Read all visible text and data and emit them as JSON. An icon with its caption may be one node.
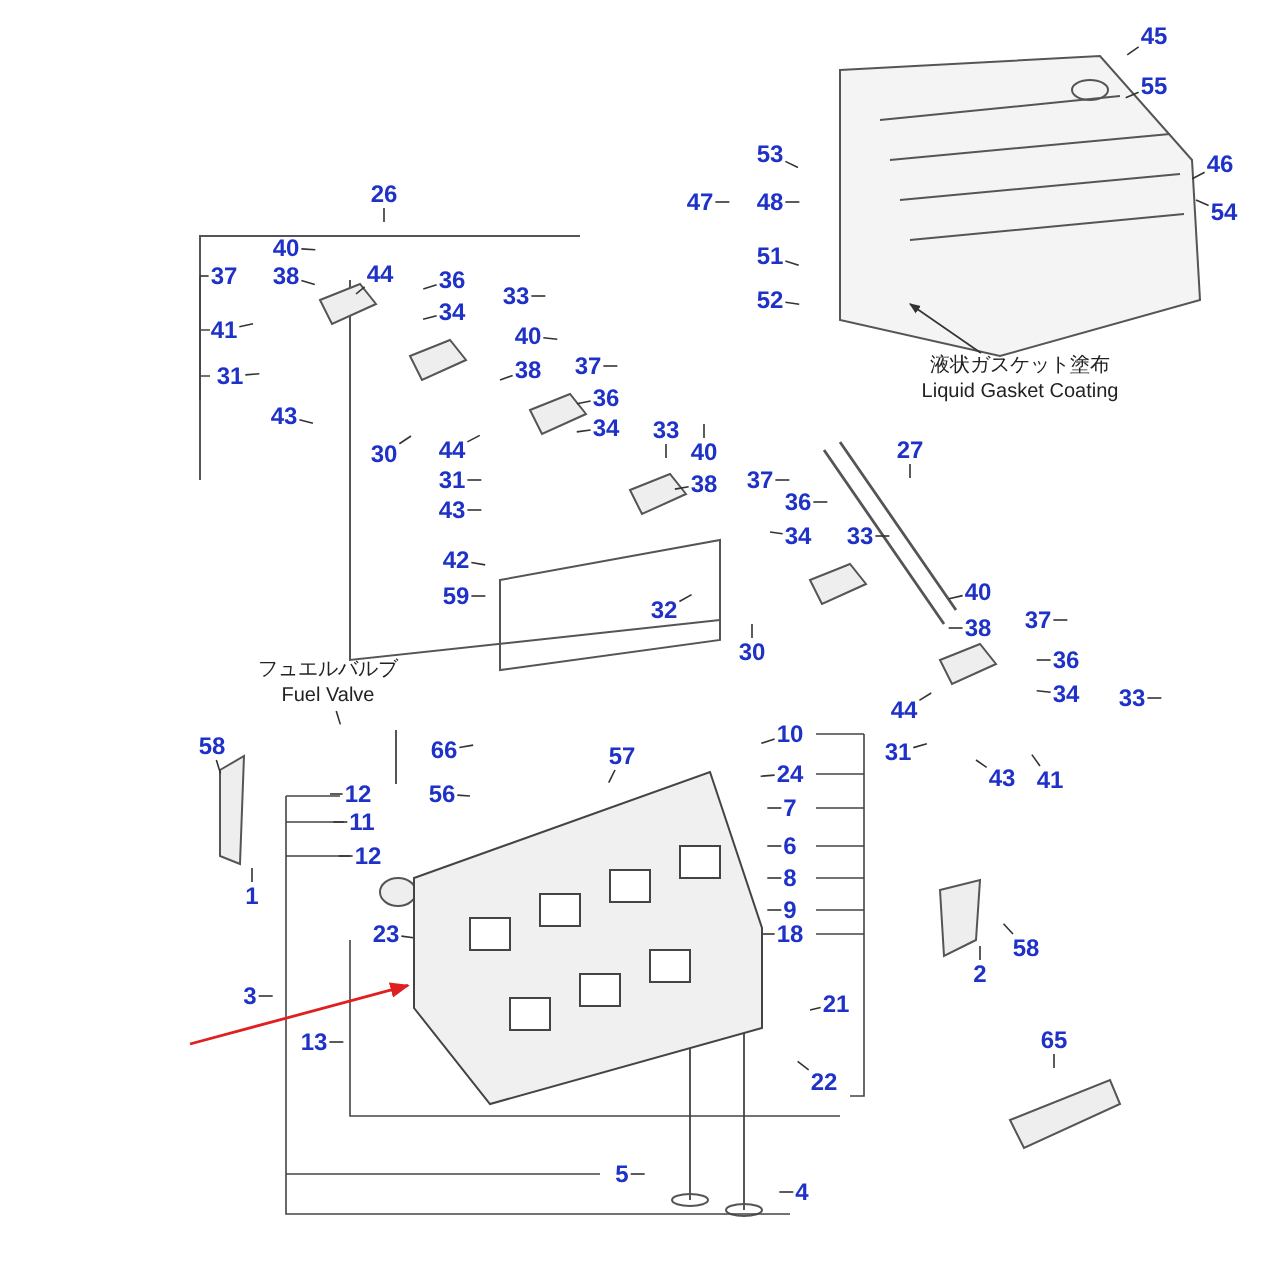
{
  "diagram": {
    "nodes": [
      {
        "text": [
          "26"
        ]
      },
      {
        "text": [
          "40"
        ]
      },
      {
        "text": [
          "38"
        ]
      },
      {
        "text": [
          "37"
        ]
      },
      {
        "text": [
          "44"
        ]
      },
      {
        "text": [
          "41"
        ]
      },
      {
        "text": [
          "31"
        ]
      },
      {
        "text": [
          "43"
        ]
      },
      {
        "text": [
          "30"
        ]
      },
      {
        "text": [
          "36"
        ]
      },
      {
        "text": [
          "34"
        ]
      },
      {
        "text": [
          "33"
        ]
      },
      {
        "text": [
          "40"
        ]
      },
      {
        "text": [
          "37"
        ]
      },
      {
        "text": [
          "38"
        ]
      },
      {
        "text": [
          "36"
        ]
      },
      {
        "text": [
          "34"
        ]
      },
      {
        "text": [
          "33"
        ]
      },
      {
        "text": [
          "44"
        ]
      },
      {
        "text": [
          "31"
        ]
      },
      {
        "text": [
          "43"
        ]
      },
      {
        "text": [
          "40"
        ]
      },
      {
        "text": [
          "38"
        ]
      },
      {
        "text": [
          "37"
        ]
      },
      {
        "text": [
          "42"
        ]
      },
      {
        "text": [
          "59"
        ]
      },
      {
        "text": [
          "32"
        ]
      },
      {
        "text": [
          "30"
        ]
      },
      {
        "text": [
          "36"
        ]
      },
      {
        "text": [
          "34"
        ]
      },
      {
        "text": [
          "33"
        ]
      },
      {
        "text": [
          "27"
        ]
      },
      {
        "text": [
          "45"
        ]
      },
      {
        "text": [
          "55"
        ]
      },
      {
        "text": [
          "46"
        ]
      },
      {
        "text": [
          "54"
        ]
      },
      {
        "text": [
          "53"
        ]
      },
      {
        "text": [
          "47"
        ]
      },
      {
        "text": [
          "48"
        ]
      },
      {
        "text": [
          "51"
        ]
      },
      {
        "text": [
          "52"
        ]
      },
      {
        "text": [
          "40"
        ]
      },
      {
        "text": [
          "38"
        ]
      },
      {
        "text": [
          "37"
        ]
      },
      {
        "text": [
          "36"
        ]
      },
      {
        "text": [
          "34"
        ]
      },
      {
        "text": [
          "33"
        ]
      },
      {
        "text": [
          "44"
        ]
      },
      {
        "text": [
          "31"
        ]
      },
      {
        "text": [
          "43"
        ]
      },
      {
        "text": [
          "41"
        ]
      },
      {
        "text": [
          "58"
        ]
      },
      {
        "text": [
          "1"
        ]
      },
      {
        "text": [
          "12"
        ]
      },
      {
        "text": [
          "11"
        ]
      },
      {
        "text": [
          "12"
        ]
      },
      {
        "text": [
          "56"
        ]
      },
      {
        "text": [
          "66"
        ]
      },
      {
        "text": [
          "57"
        ]
      },
      {
        "text": [
          "23"
        ]
      },
      {
        "text": [
          "3"
        ]
      },
      {
        "text": [
          "13"
        ]
      },
      {
        "text": [
          "10"
        ]
      },
      {
        "text": [
          "24"
        ]
      },
      {
        "text": [
          "7"
        ]
      },
      {
        "text": [
          "6"
        ]
      },
      {
        "text": [
          "8"
        ]
      },
      {
        "text": [
          "9"
        ]
      },
      {
        "text": [
          "18"
        ]
      },
      {
        "text": [
          "2"
        ]
      },
      {
        "text": [
          "58"
        ]
      },
      {
        "text": [
          "21"
        ]
      },
      {
        "text": [
          "22"
        ]
      },
      {
        "text": [
          "65"
        ]
      },
      {
        "text": [
          "5"
        ]
      },
      {
        "text": [
          "4"
        ]
      },
      {
        "text": [
          "フュエルバルブ",
          "Fuel Valve"
        ]
      },
      {
        "text": [
          "液状ガスケット塗布",
          "Liquid Gasket Coating"
        ]
      },
      {
        "text": [],
        "shape": "picture"
      }
    ],
    "edges": [
      {
        "from": 0,
        "to": null,
        "arrow": "none"
      },
      {
        "from": 1,
        "to": null,
        "arrow": "none"
      },
      {
        "from": 2,
        "to": null,
        "arrow": "none"
      },
      {
        "from": 3,
        "to": null,
        "arrow": "none"
      },
      {
        "from": 4,
        "to": null,
        "arrow": "none"
      },
      {
        "from": 5,
        "to": null,
        "arrow": "none"
      },
      {
        "from": 6,
        "to": null,
        "arrow": "none"
      },
      {
        "from": 7,
        "to": null,
        "arrow": "none"
      },
      {
        "from": 8,
        "to": null,
        "arrow": "none"
      },
      {
        "from": 9,
        "to": null,
        "arrow": "none"
      },
      {
        "from": 10,
        "to": null,
        "arrow": "none"
      },
      {
        "from": 11,
        "to": null,
        "arrow": "none"
      },
      {
        "from": 12,
        "to": null,
        "arrow": "none"
      },
      {
        "from": 13,
        "to": null,
        "arrow": "none"
      },
      {
        "from": 14,
        "to": null,
        "arrow": "none"
      },
      {
        "from": 15,
        "to": null,
        "arrow": "none"
      },
      {
        "from": 16,
        "to": null,
        "arrow": "none"
      },
      {
        "from": 17,
        "to": null,
        "arrow": "none"
      },
      {
        "from": 18,
        "to": null,
        "arrow": "none"
      },
      {
        "from": 19,
        "to": null,
        "arrow": "none"
      },
      {
        "from": 20,
        "to": null,
        "arrow": "none"
      },
      {
        "from": 21,
        "to": null,
        "arrow": "none"
      },
      {
        "from": 22,
        "to": null,
        "arrow": "none"
      },
      {
        "from": 23,
        "to": null,
        "arrow": "none"
      },
      {
        "from": 24,
        "to": null,
        "arrow": "none"
      },
      {
        "from": 25,
        "to": null,
        "arrow": "none"
      },
      {
        "from": 26,
        "to": null,
        "arrow": "none"
      },
      {
        "from": 27,
        "to": null,
        "arrow": "none"
      },
      {
        "from": 28,
        "to": null,
        "arrow": "none"
      },
      {
        "from": 29,
        "to": null,
        "arrow": "none"
      },
      {
        "from": 30,
        "to": null,
        "arrow": "none"
      },
      {
        "from": 31,
        "to": null,
        "arrow": "none"
      },
      {
        "from": 32,
        "to": null,
        "arrow": "none"
      },
      {
        "from": 33,
        "to": null,
        "arrow": "none"
      },
      {
        "from": 34,
        "to": null,
        "arrow": "none"
      },
      {
        "from": 35,
        "to": null,
        "arrow": "none"
      },
      {
        "from": 36,
        "to": null,
        "arrow": "none"
      },
      {
        "from": 37,
        "to": null,
        "arrow": "none"
      },
      {
        "from": 38,
        "to": null,
        "arrow": "none"
      },
      {
        "from": 39,
        "to": null,
        "arrow": "none"
      },
      {
        "from": 40,
        "to": null,
        "arrow": "none"
      },
      {
        "from": 41,
        "to": null,
        "arrow": "none"
      },
      {
        "from": 42,
        "to": null,
        "arrow": "none"
      },
      {
        "from": 43,
        "to": null,
        "arrow": "none"
      },
      {
        "from": 44,
        "to": null,
        "arrow": "none"
      },
      {
        "from": 45,
        "to": null,
        "arrow": "none"
      },
      {
        "from": 46,
        "to": null,
        "arrow": "none"
      },
      {
        "from": 47,
        "to": null,
        "arrow": "none"
      },
      {
        "from": 48,
        "to": null,
        "arrow": "none"
      },
      {
        "from": 49,
        "to": null,
        "arrow": "none"
      },
      {
        "from": 50,
        "to": null,
        "arrow": "none"
      },
      {
        "from": 51,
        "to": null,
        "arrow": "none"
      },
      {
        "from": 52,
        "to": null,
        "arrow": "none"
      },
      {
        "from": 53,
        "to": null,
        "arrow": "none"
      },
      {
        "from": 54,
        "to": null,
        "arrow": "none"
      },
      {
        "from": 55,
        "to": null,
        "arrow": "none"
      },
      {
        "from": 56,
        "to": null,
        "arrow": "none"
      },
      {
        "from": 57,
        "to": null,
        "arrow": "none"
      },
      {
        "from": 58,
        "to": null,
        "arrow": "none"
      },
      {
        "from": 59,
        "to": null,
        "arrow": "none"
      },
      {
        "from": 60,
        "to": null,
        "arrow": "none"
      },
      {
        "from": 61,
        "to": null,
        "arrow": "none"
      },
      {
        "from": 62,
        "to": null,
        "arrow": "none"
      },
      {
        "from": 63,
        "to": null,
        "arrow": "none"
      },
      {
        "from": 64,
        "to": null,
        "arrow": "none"
      },
      {
        "from": 65,
        "to": null,
        "arrow": "none"
      },
      {
        "from": 66,
        "to": null,
        "arrow": "none"
      },
      {
        "from": 67,
        "to": null,
        "arrow": "none"
      },
      {
        "from": 68,
        "to": null,
        "arrow": "none"
      },
      {
        "from": 69,
        "to": null,
        "arrow": "none"
      },
      {
        "from": 70,
        "to": null,
        "arrow": "none"
      },
      {
        "from": 71,
        "to": null,
        "arrow": "none"
      },
      {
        "from": 72,
        "to": null,
        "arrow": "none"
      },
      {
        "from": 73,
        "to": null,
        "arrow": "none"
      },
      {
        "from": 74,
        "to": null,
        "arrow": "none"
      },
      {
        "from": 75,
        "to": null,
        "arrow": "none"
      },
      {
        "from": 76,
        "to": null,
        "arrow": "none"
      },
      {
        "from": 77,
        "to": null,
        "arrow": "to"
      },
      {
        "from": null,
        "to": 78,
        "arrow": "to",
        "color": "#e02020"
      }
    ]
  }
}
